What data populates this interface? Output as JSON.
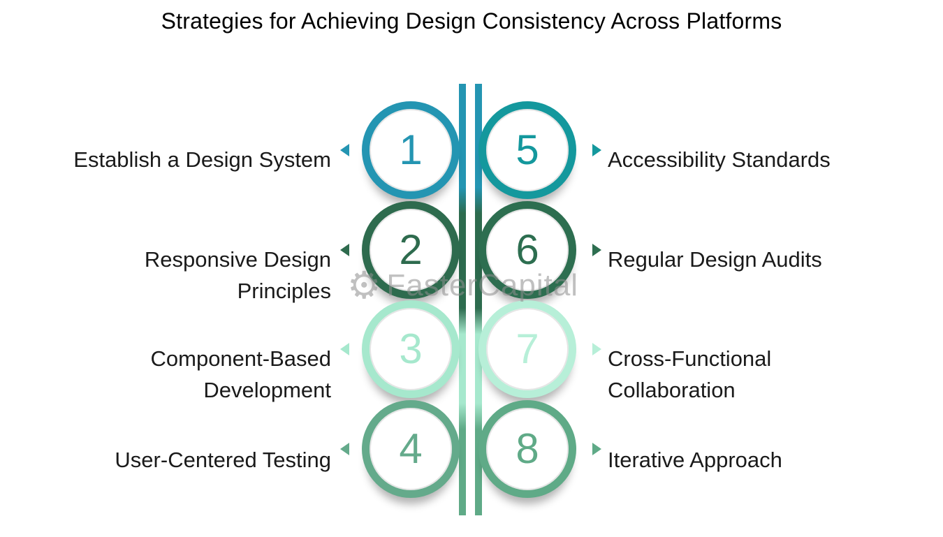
{
  "title": "Strategies for Achieving Design Consistency Across Platforms",
  "watermark": {
    "icon": "gear-icon",
    "text": "FasterCapital"
  },
  "items": [
    {
      "number": "1",
      "label": "Establish a Design System",
      "lines": [
        "Establish a Design System"
      ],
      "side": "left",
      "color": "#2495b2"
    },
    {
      "number": "2",
      "label": "Responsive Design Principles",
      "lines": [
        "Responsive Design",
        "Principles"
      ],
      "side": "left",
      "color": "#2e6b4e"
    },
    {
      "number": "3",
      "label": "Component-Based Development",
      "lines": [
        "Component-Based",
        "Development"
      ],
      "side": "left",
      "color": "#a6e8cd"
    },
    {
      "number": "4",
      "label": "User-Centered Testing",
      "lines": [
        "User-Centered Testing"
      ],
      "side": "left",
      "color": "#64aa8b"
    },
    {
      "number": "5",
      "label": "Accessibility Standards",
      "lines": [
        "Accessibility Standards"
      ],
      "side": "right",
      "color": "#14989d"
    },
    {
      "number": "6",
      "label": "Regular Design Audits",
      "lines": [
        "Regular Design Audits"
      ],
      "side": "right",
      "color": "#2d6e50"
    },
    {
      "number": "7",
      "label": "Cross-Functional Collaboration",
      "lines": [
        "Cross-Functional",
        "Collaboration"
      ],
      "side": "right",
      "color": "#b7efd8"
    },
    {
      "number": "8",
      "label": "Iterative Approach",
      "lines": [
        "Iterative Approach"
      ],
      "side": "right",
      "color": "#5faa87"
    }
  ]
}
